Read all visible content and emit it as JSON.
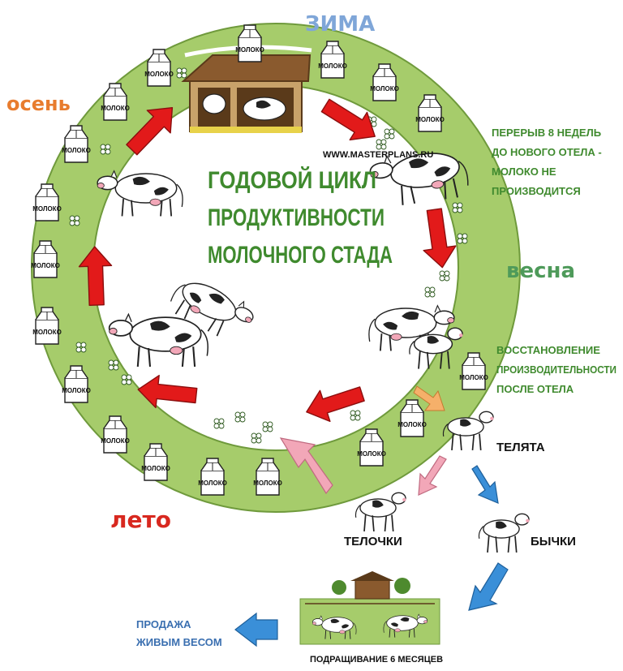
{
  "title_lines": [
    "ГОДОВОЙ ЦИКЛ",
    "ПРОДУКТИВНОСТИ",
    "МОЛОЧНОГО СТАДА"
  ],
  "website": "WWW.MASTERPLANS.RU",
  "seasons": {
    "winter": "ЗИМА",
    "spring": "весна",
    "summer": "лето",
    "autumn": "осень"
  },
  "notes": {
    "break": [
      "ПЕРЕРЫВ 8 НЕДЕЛЬ",
      "ДО НОВОГО ОТЕЛА -",
      "МОЛОКО НЕ",
      "ПРОИЗВОДИТСЯ"
    ],
    "recovery": [
      "ВОССТАНОВЛЕНИЕ",
      "ПРОИЗВОДИТЕЛЬНОСТИ",
      "ПОСЛЕ ОТЕЛА"
    ]
  },
  "labels": {
    "calves": "ТЕЛЯТА",
    "heifers": "ТЕЛОЧКИ",
    "bulls": "БЫЧКИ",
    "sale": [
      "ПРОДАЖА",
      "ЖИВЫМ ВЕСОМ"
    ],
    "rearing": "ПОДРАЩИВАНИЕ 6 МЕСЯЦЕВ"
  },
  "carton_label": "МОЛОКО",
  "colors": {
    "ring": "#a6cc6b",
    "ring_edge": "#6f9a3c",
    "arrow_red": "#e21a1a",
    "arrow_pink": "#f2a7b8",
    "arrow_blue": "#3a8fd8",
    "arrow_orange": "#f5b06a",
    "winter": "#7fa6d8",
    "spring": "#4e9a5a",
    "summer": "#d8281f",
    "autumn": "#e87c2e",
    "title": "#3f8a2e",
    "note_green": "#3f8a2e",
    "sale_blue": "#3a6fb0"
  },
  "icons": {
    "carton": "milk-carton-icon",
    "cow": "cow-icon",
    "calf": "calf-icon",
    "barn": "barn-icon",
    "farm": "farm-icon",
    "flower": "flower-icon"
  }
}
